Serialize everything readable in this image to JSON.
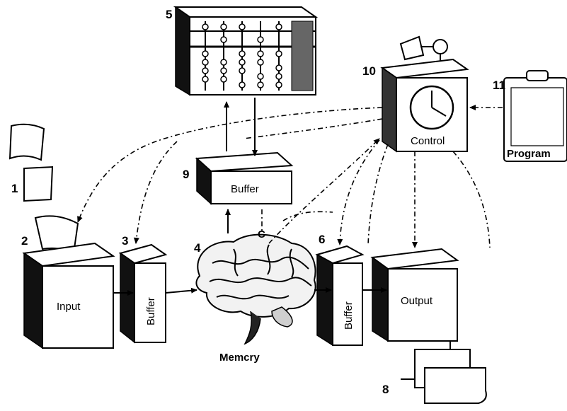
{
  "numbers": {
    "n1": "1",
    "n2": "2",
    "n3": "3",
    "n4": "4",
    "n5": "5",
    "n6": "6",
    "n8": "8",
    "n9": "9",
    "n10": "10",
    "n11": "11"
  },
  "labels": {
    "input": "Input",
    "buffer_left": "Buffer",
    "buffer_top": "Buffer",
    "buffer_right": "Buffer",
    "output": "Output",
    "control": "Control",
    "program": "Program",
    "memory": "Memcry",
    "c_mark": "C"
  },
  "colors": {
    "ink": "#000000",
    "paper": "#ffffff"
  }
}
